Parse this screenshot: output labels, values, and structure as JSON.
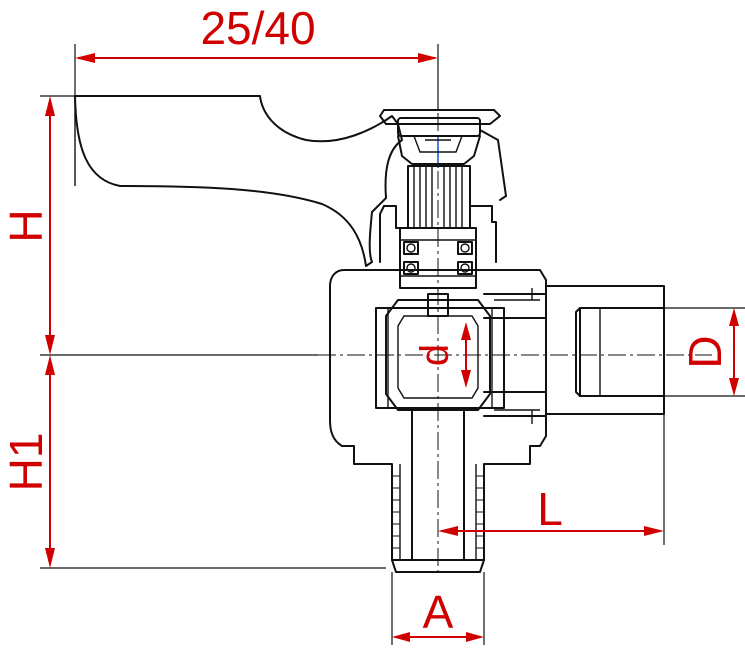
{
  "dimensions": {
    "width_label": "25/40",
    "height_upper_label": "H",
    "height_lower_label": "H1",
    "bore_label": "d",
    "port_label": "D",
    "length_label": "L",
    "outlet_label": "A"
  },
  "colors": {
    "dimension": "#d00000",
    "outline": "#111111",
    "centerline_accent": "#1e5fd0"
  }
}
